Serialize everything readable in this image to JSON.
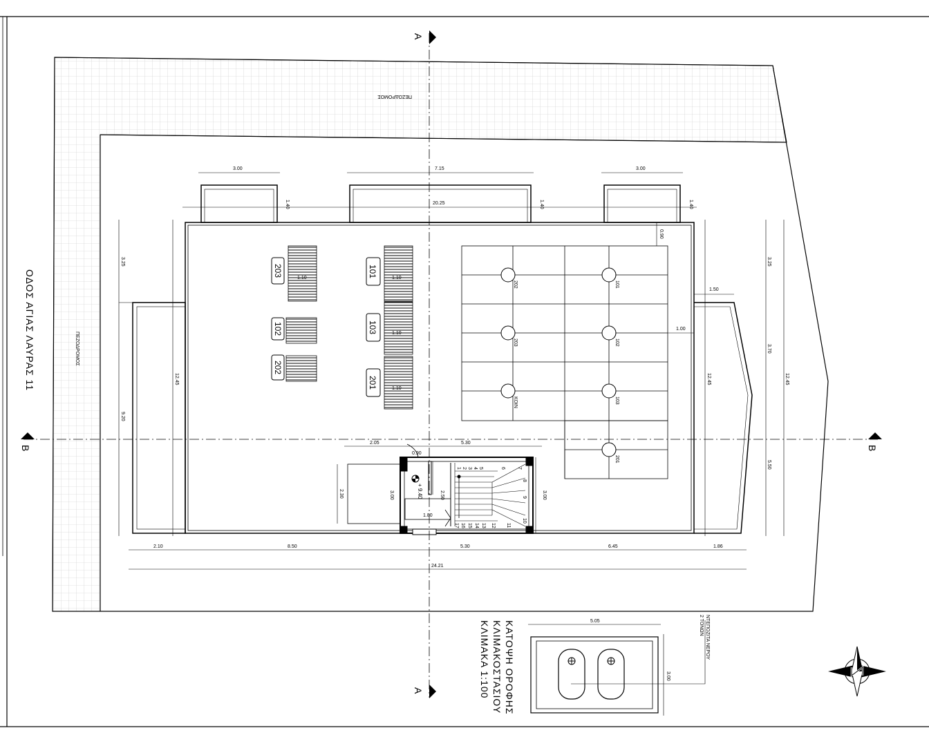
{
  "street_name": "ΟΔΟΣ ΑΓΙΑΣ ΛΑΥΡΑΣ 11",
  "sidewalk_top": "ΠΕΖΟΔΡΟΜΟΣ",
  "sidewalk_left": "ΠΕΖΟΔΡΟΜΟΣ",
  "section_a": "A",
  "section_b": "B",
  "level_mark": "+ 9.40",
  "title_line1": "ΚΑΤΟΨΗ ΟΡΟΦΗΣ",
  "title_line2": "ΚΛΙΜΑΚΟΣΤΑΣΙΟΥ",
  "title_line3": "ΚΛΙΜΑΚΑ 1:100",
  "tank_note_line1": "ΝΤΕΠΟΖΙΤΑ ΝΕΡΟΥ",
  "tank_note_line2": "2 ΤΟΝΩΝ",
  "solar_labels": [
    "203",
    "101",
    "102",
    "103",
    "202",
    "201"
  ],
  "panel_spacing": "1.10",
  "unit_labels": [
    "202",
    "101",
    "203",
    "102",
    "ΚΟΙΝ",
    "103",
    "201"
  ],
  "dims": {
    "d300a": "3.00",
    "d715": "7.15",
    "d300b": "3.00",
    "d2025": "20.25",
    "d140a": "1.40",
    "d140b": "1.40",
    "d140c": "1.40",
    "d090a": "0.90",
    "d150": "1.50",
    "d100": "1.00",
    "d325l": "3.25",
    "d920": "9.20",
    "d1245l": "12.45",
    "d1245r": "12.45",
    "d325r": "3.25",
    "d370": "3.70",
    "d550": "5.50",
    "d1245rr": "12.45",
    "d205": "2.05",
    "d530t": "5.30",
    "d090b": "0.90",
    "d230": "2.30",
    "d300c": "3.00",
    "d250": "2.50",
    "d180": "1.80",
    "d300d": "3.00",
    "d210": "2.10",
    "d850": "8.50",
    "d530b": "5.30",
    "d645": "6.45",
    "d186": "1.86",
    "d2421": "24.21",
    "d505": "5.05",
    "d300e": "3.00"
  },
  "stair_numbers": [
    "1",
    "2",
    "3",
    "4",
    "5",
    "6",
    "7",
    "8",
    "9",
    "10",
    "11",
    "12",
    "13",
    "14",
    "15",
    "16",
    "17"
  ]
}
